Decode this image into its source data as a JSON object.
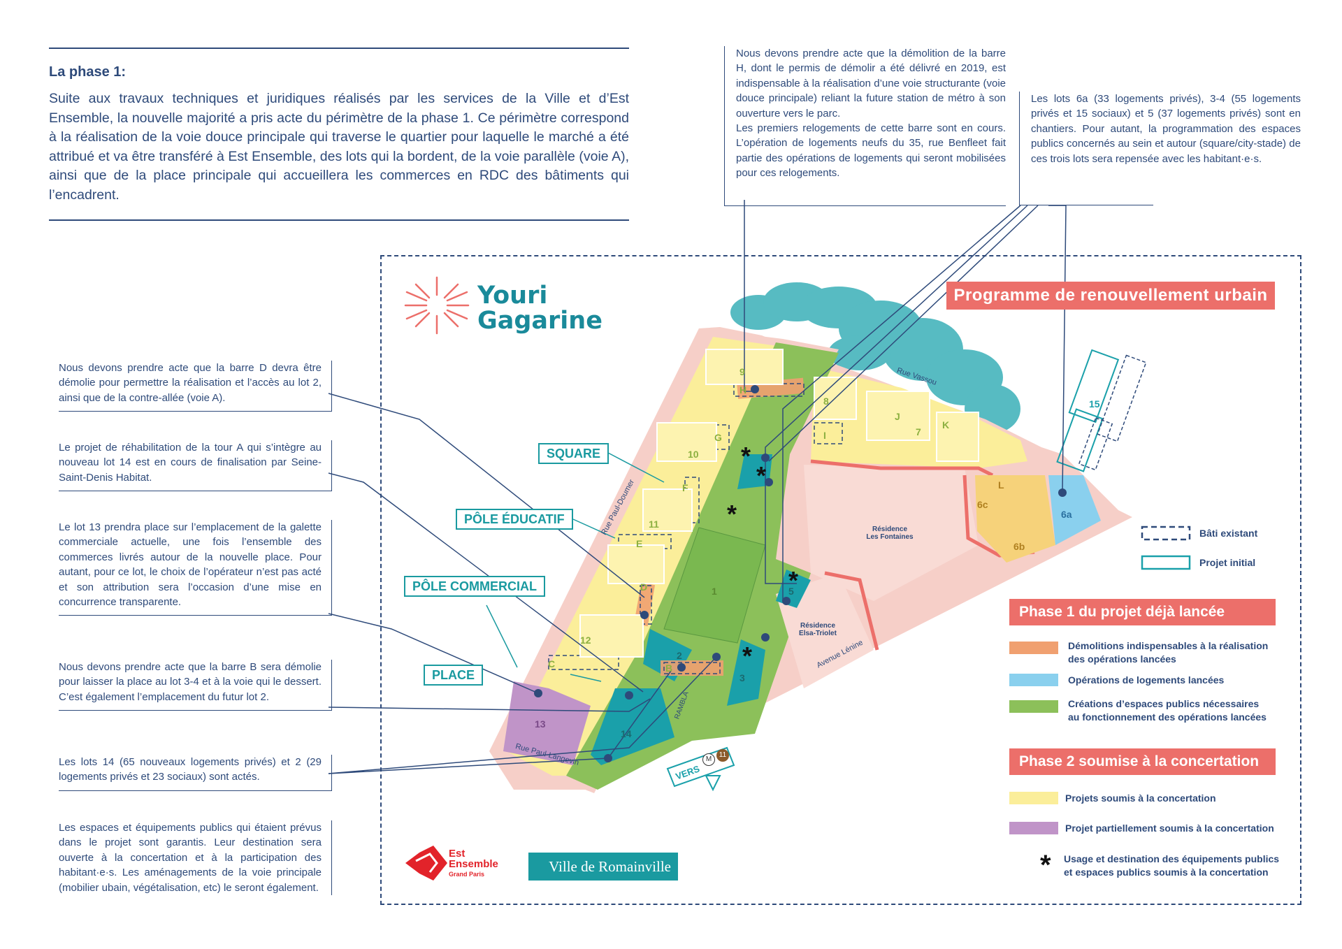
{
  "intro": {
    "title": "La phase 1:",
    "text": "Suite aux travaux techniques et juridiques réalisés par les services de la Ville et d’Est Ensemble, la nouvelle majorité a pris acte du périmètre de la phase 1. Ce périmètre correspond à la réalisation de la voie douce principale qui traverse le quartier pour laquelle le marché a été attribué et va être transféré à Est Ensemble, des lots qui la bordent, de la voie parallèle (voie A), ainsi que de la place principale qui accueillera les commerces en RDC des bâtiments qui l’encadrent."
  },
  "notes": {
    "barre_h": "Nous devons prendre acte que la démolition de la barre H, dont le permis de démolir a été délivré en 2019, est indispensable à la réalisation d’une voie structurante (voie douce principale) reliant la future station de métro à son ouverture vers le parc.",
    "barre_h_2": "Les premiers relogements de cette barre sont en cours. L’opération de logements neufs du 35, rue Benfleet fait partie des opérations de logements qui seront mobilisées pour ces relogements.",
    "lots_6a": "Les lots 6a (33 logements privés), 3-4 (55 logements privés et 15 sociaux) et 5 (37 logements privés) sont en chantiers. Pour autant, la programmation des espaces publics concernés au sein et autour (square/city-stade) de ces trois lots sera repensée avec les habitant·e·s.",
    "barre_d": "Nous devons prendre acte que la barre D devra être démolie pour permettre la réalisation et l’accès au lot 2, ainsi que de la contre-allée (voie A).",
    "tour_a": "Le projet de réhabilitation de la tour A qui s’intègre au nouveau lot 14 est en cours de finalisation par Seine-Saint-Denis Habitat.",
    "lot_13": "Le lot 13 prendra place sur l’emplacement de la galette commerciale actuelle, une fois l’ensemble des commerces livrés autour de la nouvelle place. Pour autant, pour ce lot, le choix de l’opérateur n’est pas acté et son attribution sera l’occasion d’une mise en concurrence transparente.",
    "barre_b": "Nous devons prendre acte que la barre B sera démolie pour laisser la place au lot 3-4 et à la voie qui le dessert. C’est également l’emplacement du futur lot 2.",
    "lots_14": "Les lots 14 (65 nouveaux logements privés) et 2 (29 logements privés et 23 sociaux) sont actés.",
    "espaces": "Les espaces et équipements publics qui étaient prévus dans le projet sont garantis. Leur destination sera ouverte à la concertation et à la participation des habitant·e·s. Les aménagements de la voie principale (mobilier ubain, végétalisation, etc) le seront également."
  },
  "brand": {
    "line1": "Youri",
    "line2": "Gagarine"
  },
  "program_title": "Programme de renouvellement urbain",
  "map_labels": {
    "square": "SQUARE",
    "pole_educatif": "PÔLE ÉDUCATIF",
    "pole_commercial": "PÔLE COMMERCIAL",
    "place": "PLACE"
  },
  "street_labels": {
    "rue_vassou": "Rue Vassou",
    "rue_paul_doumer": "Rue Paul-Doumer",
    "rue_paul_langevin": "Rue Paul-Langevin",
    "avenue_lenine": "Avenue Lénine",
    "rambla": "RAMBLA",
    "residence_fontaines_1": "Résidence",
    "residence_fontaines_2": "Les Fontaines",
    "residence_elsa_1": "Résidence",
    "residence_elsa_2": "Elsa-Triolet",
    "vers": "VERS",
    "metro_m": "M",
    "metro_11": "11"
  },
  "lot_labels": {
    "l9": "9",
    "lH": "H",
    "l8": "8",
    "lI": "I",
    "lJ": "J",
    "l7": "7",
    "lK": "K",
    "l15": "15",
    "l10": "10",
    "lG": "G",
    "lF": "F",
    "l11": "11",
    "lE": "E",
    "l1": "1",
    "l12": "12",
    "lC": "C",
    "lD": "D",
    "lB": "B",
    "l2": "2",
    "l13": "13",
    "l14": "14",
    "l3": "3",
    "l5": "5",
    "lL": "L",
    "l6c": "6c",
    "l6b": "6b",
    "l6a": "6a"
  },
  "legend": {
    "bati_existant": "Bâti existant",
    "projet_initial": "Projet initial",
    "phase1_title": "Phase 1 du projet déjà lancée",
    "demolitions_1": "Démolitions indispensables à la réalisation",
    "demolitions_2": "des opérations lancées",
    "logements": "Opérations de logements lancées",
    "espaces_1": "Créations d’espaces publics nécessaires",
    "espaces_2": "au fonctionnement des opérations lancées",
    "phase2_title": "Phase 2 soumise à la concertation",
    "projets_soumis": "Projets soumis à la concertation",
    "projet_partiel": "Projet partiellement soumis à la concertation",
    "usage_1": "Usage et destination des équipements publics",
    "usage_2": "et espaces publics soumis à la concertation",
    "asterisk": "*"
  },
  "logos": {
    "est_1": "Est",
    "est_2": "Ensemble",
    "est_3": "Grand Paris",
    "romainville": "Ville de Romainville"
  },
  "colors": {
    "text_blue": "#2e4a7a",
    "coral": "#ec6f6a",
    "demolition_orange": "#f0a070",
    "logement_blue": "#8ad0ee",
    "espace_green": "#8cc05a",
    "projet_yellow": "#fbee9a",
    "partiel_purple": "#c094c8",
    "teal": "#1a9aa0",
    "pink_road": "#f6cfc8"
  }
}
